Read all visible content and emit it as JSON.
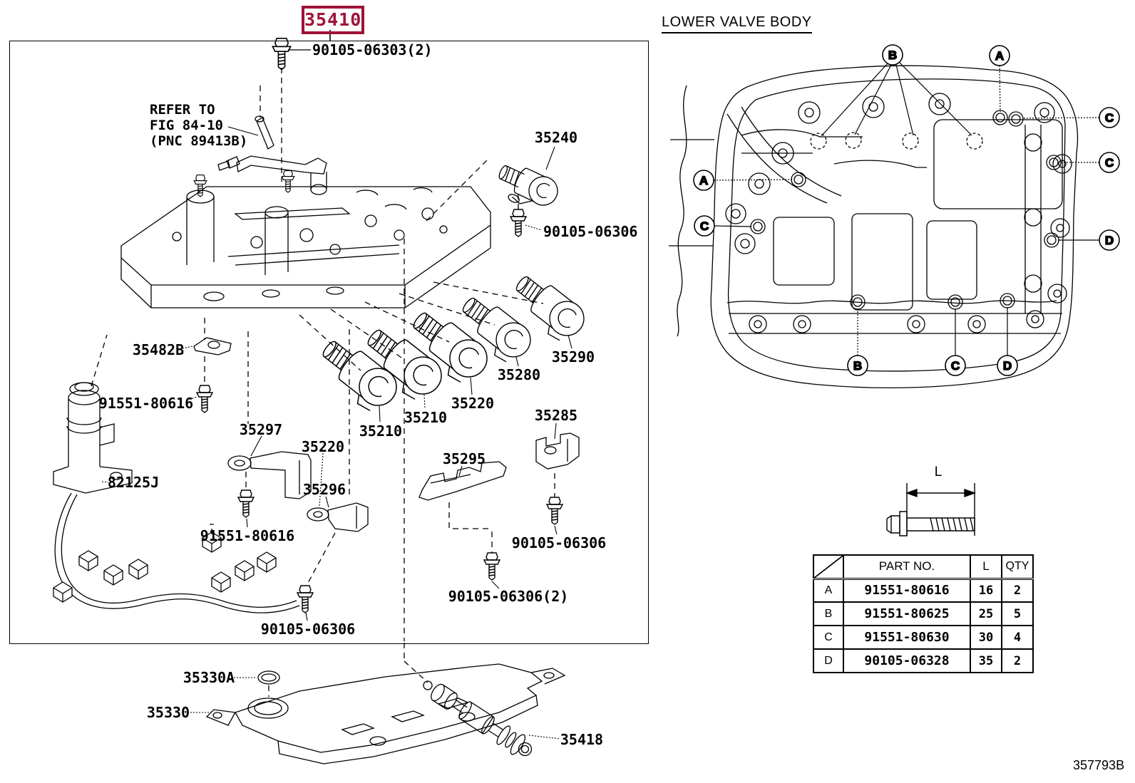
{
  "colors": {
    "accent": "#9F1239",
    "line": "#000000"
  },
  "title_box": {
    "part_no": "35410"
  },
  "right": {
    "title": "LOWER VALVE BODY"
  },
  "footer": {
    "code": "357793B"
  },
  "note": {
    "line1": "REFER TO",
    "line2": "FIG 84-10",
    "line3": "(PNC 89413B)"
  },
  "dim": {
    "label": "L"
  },
  "labels": [
    {
      "text": "90105-06303(2)"
    },
    {
      "text": "35240"
    },
    {
      "text": "90105-06306"
    },
    {
      "text": "35290"
    },
    {
      "text": "35280"
    },
    {
      "text": "35220"
    },
    {
      "text": "35210"
    },
    {
      "text": "35210"
    },
    {
      "text": "35482B"
    },
    {
      "text": "91551-80616"
    },
    {
      "text": "35297"
    },
    {
      "text": "35220"
    },
    {
      "text": "82125J"
    },
    {
      "text": "35296"
    },
    {
      "text": "91551-80616"
    },
    {
      "text": "90105-06306"
    },
    {
      "text": "35295"
    },
    {
      "text": "35285"
    },
    {
      "text": "90105-06306"
    },
    {
      "text": "90105-06306(2)"
    },
    {
      "text": "35330A"
    },
    {
      "text": "35330"
    },
    {
      "text": "35418"
    }
  ],
  "callouts": [
    {
      "letter": "B"
    },
    {
      "letter": "A"
    },
    {
      "letter": "C"
    },
    {
      "letter": "C"
    },
    {
      "letter": "D"
    },
    {
      "letter": "A"
    },
    {
      "letter": "C"
    },
    {
      "letter": "B"
    },
    {
      "letter": "C"
    },
    {
      "letter": "D"
    }
  ],
  "table": {
    "col_part": "PART NO.",
    "col_l": "L",
    "col_qty": "QTY",
    "rows": [
      {
        "id": "A",
        "part_no": "91551-80616",
        "l": "16",
        "qty": "2"
      },
      {
        "id": "B",
        "part_no": "91551-80625",
        "l": "25",
        "qty": "5"
      },
      {
        "id": "C",
        "part_no": "91551-80630",
        "l": "30",
        "qty": "4"
      },
      {
        "id": "D",
        "part_no": "90105-06328",
        "l": "35",
        "qty": "2"
      }
    ]
  }
}
